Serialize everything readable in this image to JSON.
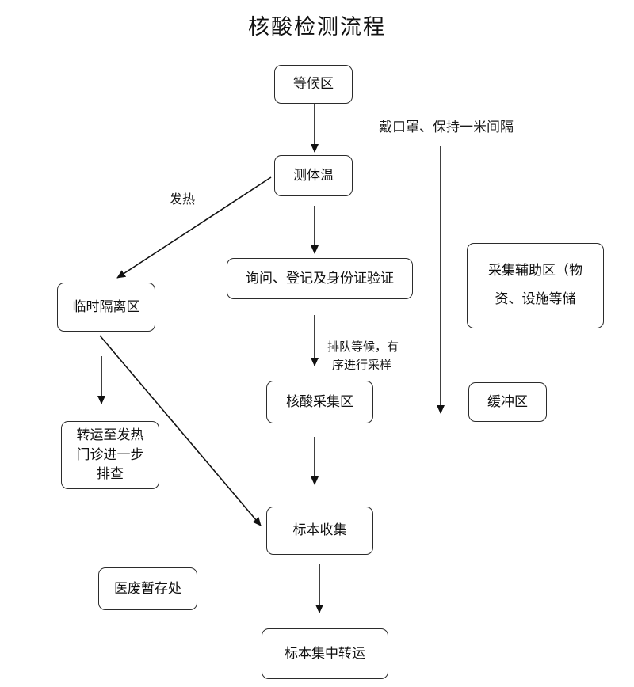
{
  "title": "核酸检测流程",
  "nodes": {
    "waiting": "等候区",
    "temperature": "测体温",
    "inquiry": "询问、登记及身份证验证",
    "isolation": "临时隔离区",
    "transfer_line1": "转运至发热",
    "transfer_line2": "门诊进一步",
    "transfer_line3": "排查",
    "sampling": "核酸采集区",
    "collection": "标本收集",
    "central_transfer": "标本集中转运",
    "medical_waste": "医废暂存处",
    "aux_line1": "采集辅助区（物",
    "aux_line2": "资、设施等储",
    "buffer": "缓冲区"
  },
  "labels": {
    "fever": "发热",
    "mask": "戴口罩、保持一米间隔",
    "queue_line1": "排队等候，有",
    "queue_line2": "序进行采样"
  }
}
